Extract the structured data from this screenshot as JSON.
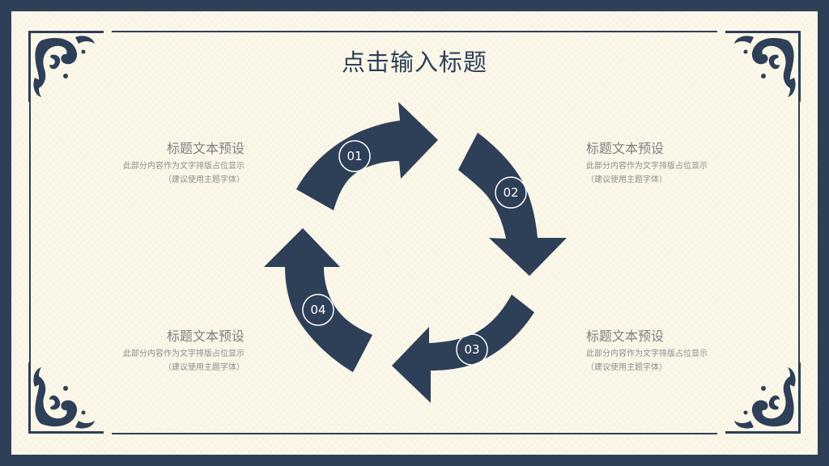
{
  "slide": {
    "title": "点击输入标题",
    "steps": [
      {
        "number": "01",
        "heading": "标题文本预设",
        "body_line1": "此部分内容作为文字排版占位显示",
        "body_line2": "（建议使用主题字体）"
      },
      {
        "number": "02",
        "heading": "标题文本预设",
        "body_line1": "此部分内容作为文字排版占位显示",
        "body_line2": "（建议使用主题字体）"
      },
      {
        "number": "03",
        "heading": "标题文本预设",
        "body_line1": "此部分内容作为文字排版占位显示",
        "body_line2": "（建议使用主题字体）"
      },
      {
        "number": "04",
        "heading": "标题文本预设",
        "body_line1": "此部分内容作为文字排版占位显示",
        "body_line2": "（建议使用主题字体）"
      }
    ]
  },
  "colors": {
    "primary": "#2e3f58",
    "background": "#fbf8ea",
    "text_gray": "#7f7f7f"
  }
}
